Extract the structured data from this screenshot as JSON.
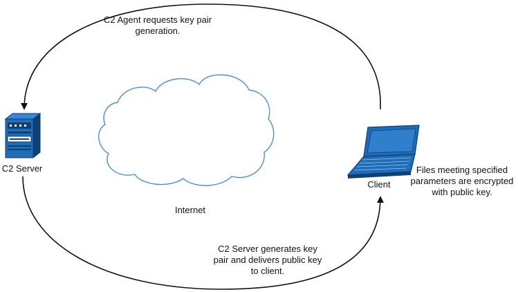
{
  "labels": {
    "top_arrow": "C2 Agent requests key pair\ngeneration.",
    "bottom_arrow": "C2 Server generates key\npair and delivers public key\nto client.",
    "client_note": "Files meeting specified\nparameters are encrypted\nwith public key.",
    "server": "C2 Server",
    "client": "Client",
    "internet": "Internet"
  },
  "colors": {
    "device_blue": "#1f6db8",
    "device_dark": "#0f3f73",
    "cloud_stroke": "#4a8fd0",
    "arrow": "#111111"
  },
  "icons": {
    "server": "server-tower-icon",
    "client": "laptop-icon",
    "internet": "cloud-icon"
  }
}
